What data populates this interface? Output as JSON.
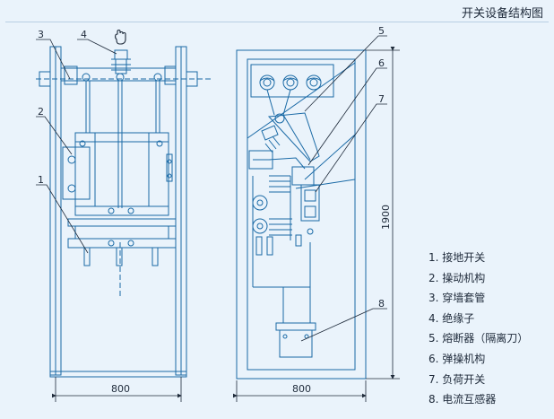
{
  "title": "开关设备结构图",
  "callouts": {
    "c1": "1",
    "c2": "2",
    "c3": "3",
    "c4": "4",
    "c5": "5",
    "c6": "6",
    "c7": "7",
    "c8": "8"
  },
  "dimensions": {
    "front_width": "800",
    "side_width": "800",
    "height": "1900"
  },
  "legend": [
    "1. 接地开关",
    "2. 操动机构",
    "3. 穿墙套管",
    "4. 绝缘子",
    "5. 熔断器（隔离刀）",
    "6. 弹操机构",
    "7. 负荷开关",
    "8. 电流互感器"
  ],
  "colors": {
    "line": "#1a6aa6",
    "dark": "#1e2a3a",
    "background": "#eaf3fb"
  },
  "icons": {
    "hand": "hand-pointer-icon"
  }
}
